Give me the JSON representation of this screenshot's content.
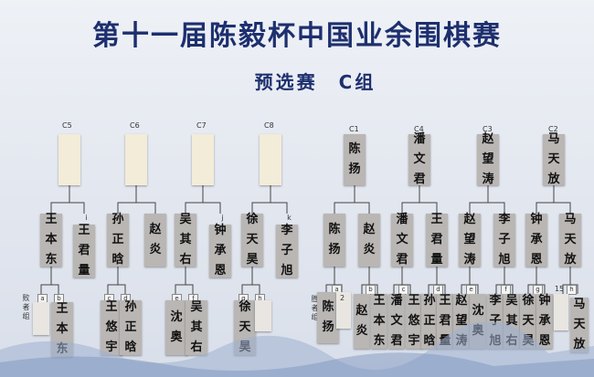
{
  "title": "第十一届陈毅杯中国业余围棋赛",
  "subtitle": "预选赛　C组",
  "slot_labels": [
    "C5",
    "C6",
    "C7",
    "C8",
    "C1",
    "C4",
    "C3",
    "C2"
  ],
  "top_cards": [
    "",
    "",
    "",
    "",
    "陈扬",
    "潘文君",
    "赵望涛",
    "马天放"
  ],
  "mid_cards": [
    "王本东",
    "王君量",
    "孙正晗",
    "赵炎",
    "吴其右",
    "钟承恩",
    "徐天昊",
    "李子旭",
    "陈扬",
    "赵炎",
    "潘文君",
    "王君量",
    "赵望涛",
    "李子旭",
    "钟承恩",
    "马天放"
  ],
  "mid_letters": [
    "i",
    "j",
    "k"
  ],
  "bottom_cards": [
    "王本东",
    "王悠宇",
    "孙正晗",
    "沈奥",
    "吴其右",
    "徐天昊",
    "陈扬",
    "",
    "赵炎",
    "王本东",
    "潘文君",
    "王悠宇",
    "孙正晗",
    "王君量",
    "赵望涛",
    "沈奥",
    "李子旭",
    "吴其右",
    "徐天昊",
    "钟承恩",
    "",
    "马天放"
  ],
  "tags": [
    "a",
    "b",
    "c",
    "d",
    "e",
    "f",
    "g",
    "h",
    "a",
    "b",
    "c",
    "d",
    "e",
    "f",
    "g",
    "h"
  ],
  "left_side_label": "败者组",
  "right_side_label": "胜者组",
  "num_2": "2",
  "num_15": "15"
}
